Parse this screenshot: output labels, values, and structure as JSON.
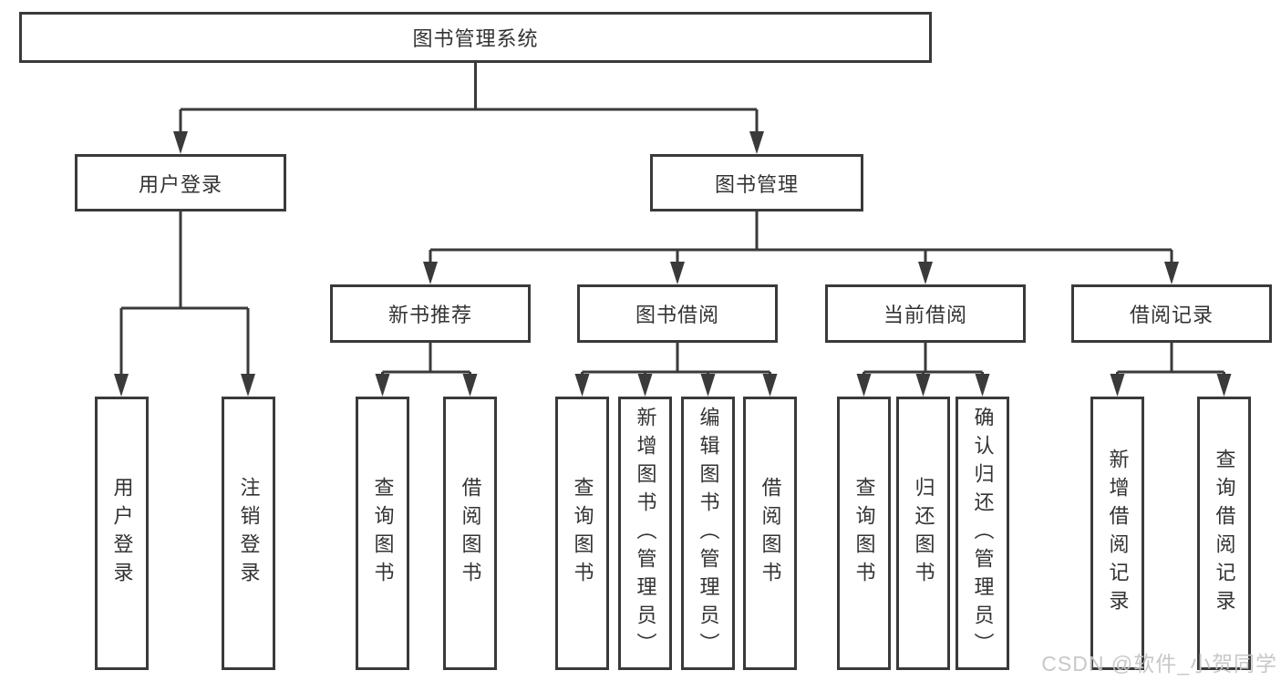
{
  "diagram": {
    "type": "hierarchy-tree",
    "colors": {
      "background": "#ffffff",
      "line": "#3a3a3a",
      "box_border": "#3a3a3a",
      "box_fill": "#ffffff",
      "text": "#333333",
      "watermark": "#c5c5c5"
    },
    "watermark": "CSDN @软件_小贺同学"
  },
  "nodes": {
    "root": "图书管理系统",
    "user_login": "用户登录",
    "book_mgmt": "图书管理",
    "new_book_rec": "新书推荐",
    "book_borrow": "图书借阅",
    "current_borrow": "当前借阅",
    "borrow_record": "借阅记录",
    "leaf_user_login": "用户登录",
    "leaf_logout": "注销登录",
    "rec_query_book": "查询图书",
    "rec_borrow_book": "借阅图书",
    "bor_query_book": "查询图书",
    "bor_add_book": "新增图书（管理员）",
    "bor_edit_book": "编辑图书（管理员）",
    "bor_borrow_book": "借阅图书",
    "cur_query_book": "查询图书",
    "cur_return_book": "归还图书",
    "cur_confirm_return": "确认归还（管理员）",
    "recd_add_record": "新增借阅记录",
    "recd_query_record": "查询借阅记录"
  },
  "structure": {
    "root": "图书管理系统",
    "children": [
      {
        "label": "用户登录",
        "children": [
          "用户登录",
          "注销登录"
        ]
      },
      {
        "label": "图书管理",
        "children": [
          {
            "label": "新书推荐",
            "children": [
              "查询图书",
              "借阅图书"
            ]
          },
          {
            "label": "图书借阅",
            "children": [
              "查询图书",
              "新增图书（管理员）",
              "编辑图书（管理员）",
              "借阅图书"
            ]
          },
          {
            "label": "当前借阅",
            "children": [
              "查询图书",
              "归还图书",
              "确认归还（管理员）"
            ]
          },
          {
            "label": "借阅记录",
            "children": [
              "新增借阅记录",
              "查询借阅记录"
            ]
          }
        ]
      }
    ]
  }
}
